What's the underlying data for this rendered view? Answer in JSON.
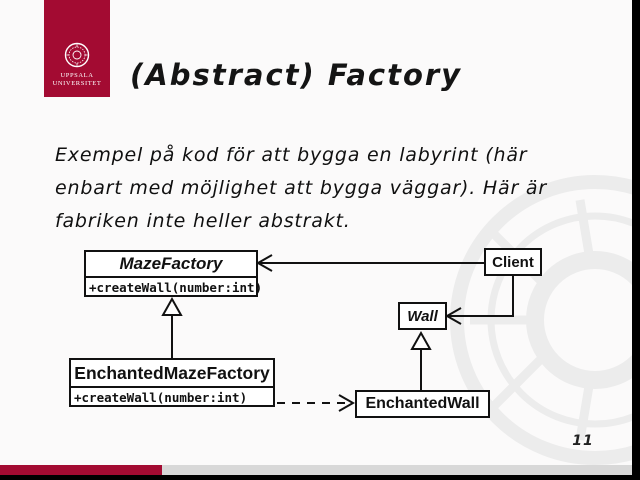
{
  "slide": {
    "title": "(Abstract) Factory",
    "body_lines": [
      "Exempel på kod för att bygga en labyrint (här",
      "enbart med möjlighet att bygga väggar). Här är",
      "fabriken inte heller abstrakt."
    ],
    "page_number": "11"
  },
  "logo": {
    "line1": "UPPSALA",
    "line2": "UNIVERSITET"
  },
  "colors": {
    "brand_red": "#a30b32",
    "footer_gray": "#d8d8d8",
    "letterbox_black": "#000000",
    "watermark_gray": "#ececec",
    "diagram_stroke": "#111111"
  },
  "diagram": {
    "classes": [
      {
        "name": "MazeFactory",
        "abstract": true,
        "methods": [
          "+createWall(number:int)"
        ]
      },
      {
        "name": "Client",
        "abstract": false,
        "methods": []
      },
      {
        "name": "Wall",
        "abstract": true,
        "methods": []
      },
      {
        "name": "EnchantedMazeFactory",
        "abstract": false,
        "methods": [
          "+createWall(number:int)"
        ]
      },
      {
        "name": "EnchantedWall",
        "abstract": false,
        "methods": []
      }
    ],
    "relations": [
      {
        "from": "Client",
        "to": "MazeFactory",
        "type": "association"
      },
      {
        "from": "Client",
        "to": "Wall",
        "type": "association"
      },
      {
        "from": "EnchantedMazeFactory",
        "to": "MazeFactory",
        "type": "generalization"
      },
      {
        "from": "EnchantedWall",
        "to": "Wall",
        "type": "generalization"
      },
      {
        "from": "EnchantedMazeFactory",
        "to": "EnchantedWall",
        "type": "dependency"
      }
    ]
  }
}
